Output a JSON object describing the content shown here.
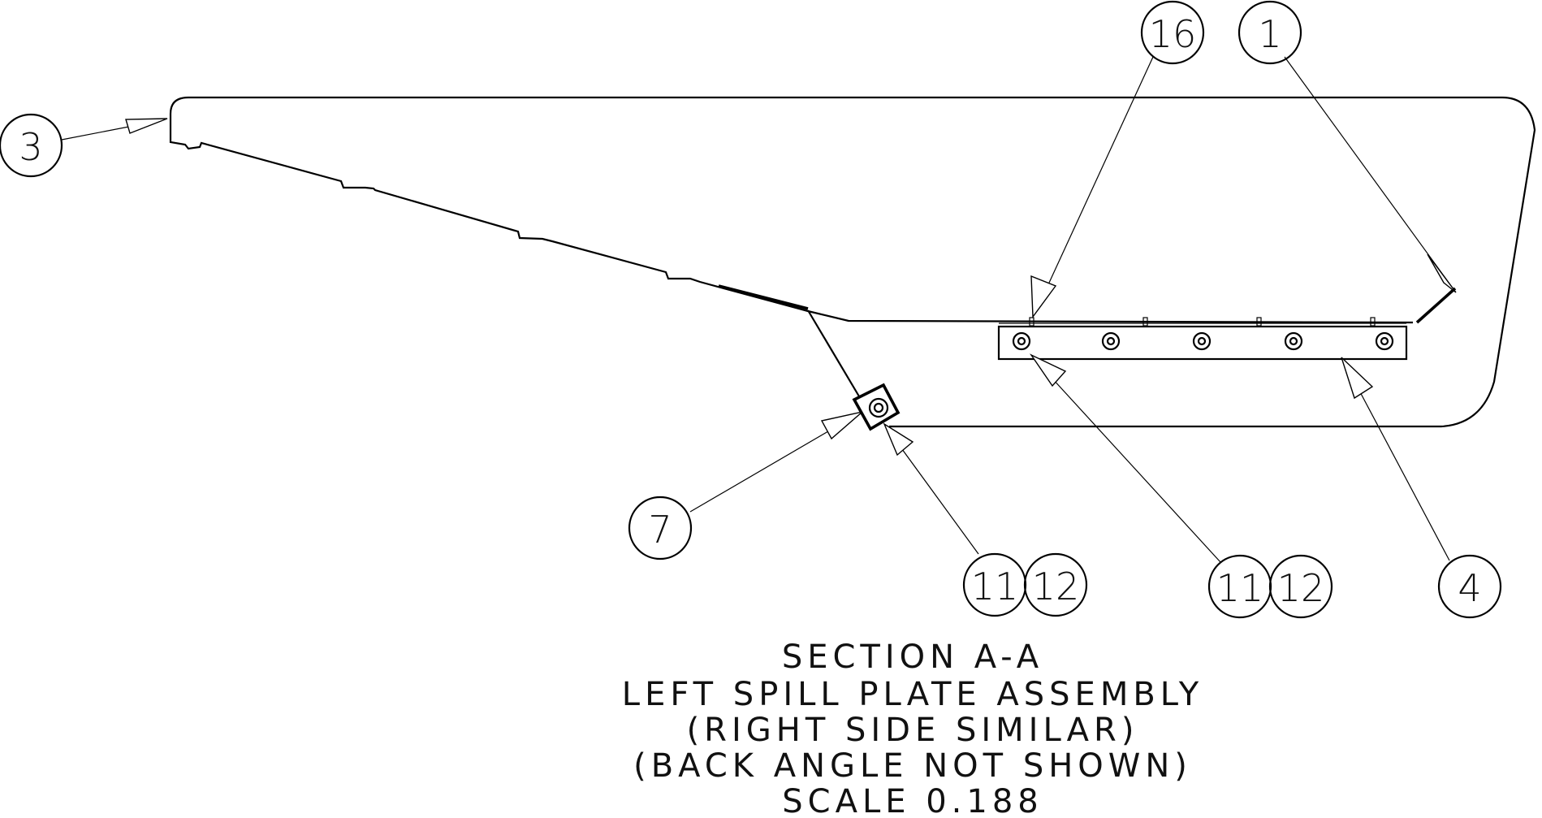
{
  "balloons": [
    {
      "id": "balloon-3",
      "label": "3"
    },
    {
      "id": "balloon-16",
      "label": "16"
    },
    {
      "id": "balloon-1",
      "label": "1"
    },
    {
      "id": "balloon-7",
      "label": "7"
    },
    {
      "id": "balloon-11-a",
      "label": "11"
    },
    {
      "id": "balloon-12-a",
      "label": "12"
    },
    {
      "id": "balloon-11-b",
      "label": "11"
    },
    {
      "id": "balloon-12-b",
      "label": "12"
    },
    {
      "id": "balloon-4",
      "label": "4"
    }
  ],
  "caption": {
    "line1": "SECTION  A-A",
    "line2": "LEFT SPILL PLATE ASSEMBLY",
    "line3": "(RIGHT SIDE SIMILAR)",
    "line4": "(BACK ANGLE NOT SHOWN)",
    "line5": "SCALE  0.188"
  }
}
